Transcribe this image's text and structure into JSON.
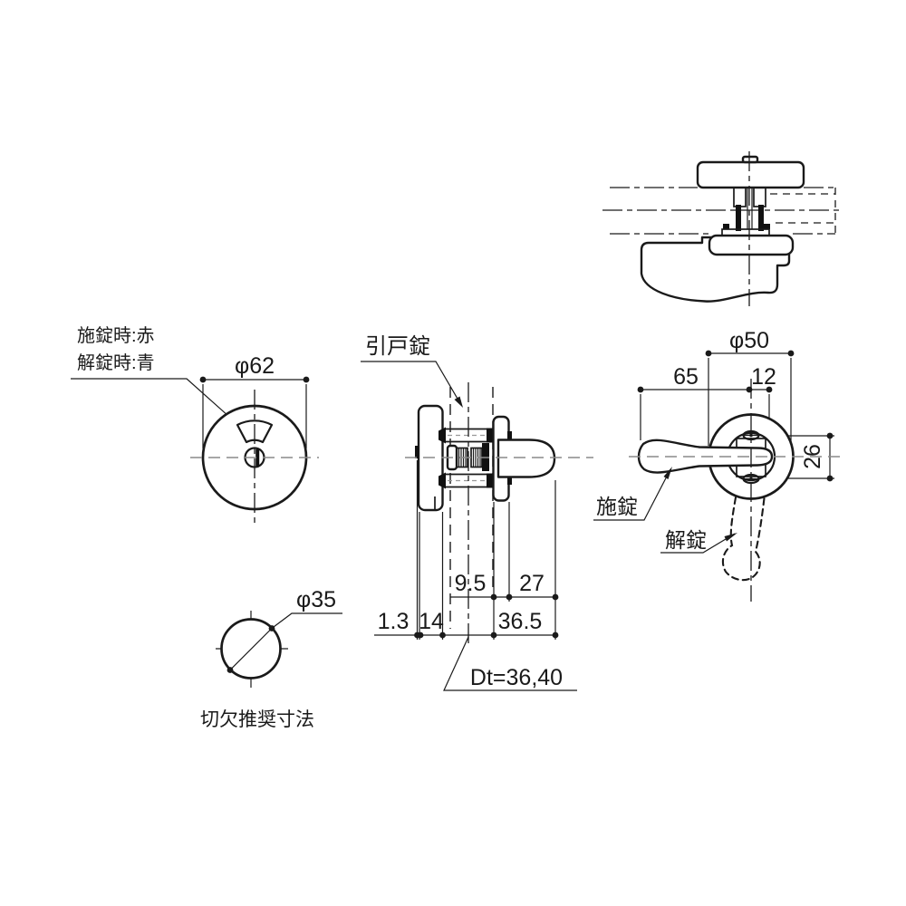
{
  "drawing": {
    "background": "#ffffff",
    "line_color": "#1a1a1a",
    "centerline_color": "#8a8a8a",
    "indicator_view": {
      "note_locked": "施錠時:赤",
      "note_unlocked": "解錠時:青",
      "dim_outer_diameter": "φ62"
    },
    "section_view": {
      "part_label": "引戸錠",
      "dim_rose_depth": "9.5",
      "dim_knob_length": "27",
      "dim_indicator_offset": "1.3",
      "dim_plate_depth": "14",
      "dim_total_depth": "36.5",
      "dim_door_thickness": "Dt=36,40"
    },
    "lever_view": {
      "dim_rose_diameter": "φ50",
      "dim_lever_reach": "65",
      "dim_lever_end": "12",
      "dim_screw_pitch": "26",
      "label_locked": "施錠",
      "label_unlocked": "解錠"
    },
    "cutout_view": {
      "dim_hole_diameter": "φ35",
      "caption": "切欠推奨寸法"
    }
  }
}
